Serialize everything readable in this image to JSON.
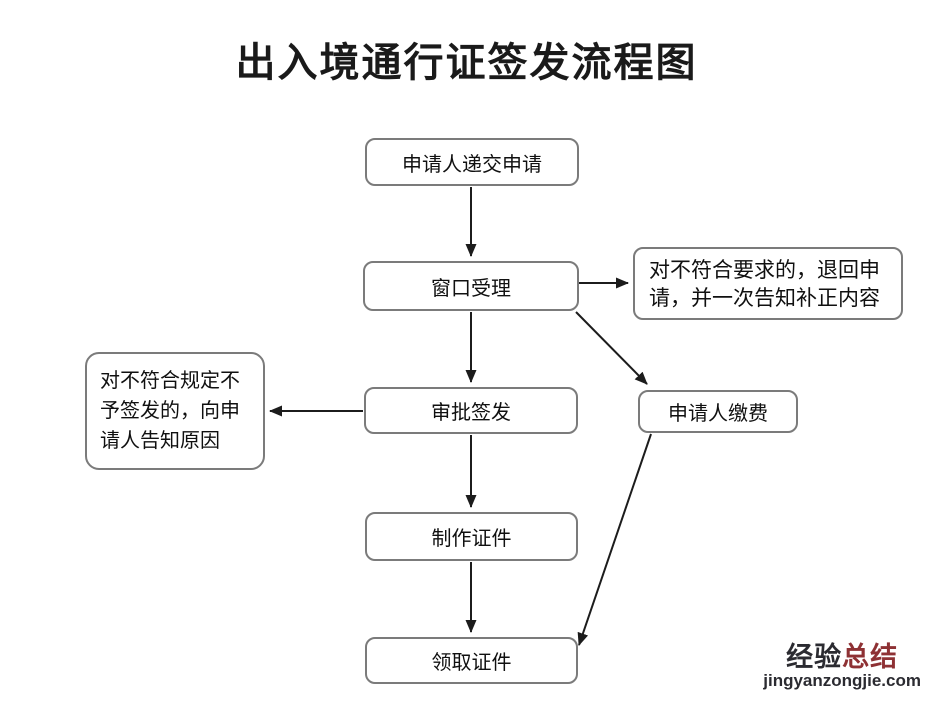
{
  "title": "出入境通行证签发流程图",
  "flowchart": {
    "nodes": {
      "submit": {
        "label": "申请人递交申请"
      },
      "accept": {
        "label": "窗口受理"
      },
      "approve": {
        "label": "审批签发"
      },
      "produce": {
        "label": "制作证件"
      },
      "collect": {
        "label": "领取证件"
      },
      "pay": {
        "label": "申请人缴费"
      },
      "reject_return": {
        "lines": [
          "对不符合要求的，退回申",
          "请，并一次告知补正内容"
        ]
      },
      "deny_notify": {
        "lines": [
          "对不符合规定不",
          "予签发的，向申",
          "请人告知原因"
        ]
      }
    },
    "edges": [
      {
        "from": "submit",
        "to": "accept"
      },
      {
        "from": "accept",
        "to": "reject_return"
      },
      {
        "from": "accept",
        "to": "approve"
      },
      {
        "from": "accept",
        "to": "pay"
      },
      {
        "from": "approve",
        "to": "deny_notify"
      },
      {
        "from": "approve",
        "to": "produce"
      },
      {
        "from": "produce",
        "to": "collect"
      },
      {
        "from": "pay",
        "to": "collect"
      }
    ]
  },
  "watermark": {
    "brand_dark": "经验",
    "brand_red": "总结",
    "site": "jingyanzongjie.com"
  },
  "colors": {
    "background": "#ffffff",
    "box_border": "#7b7b7b",
    "arrow": "#1c1c1c",
    "text": "#101010",
    "watermark_dark": "#2b2b31",
    "watermark_red": "#8e3134"
  }
}
